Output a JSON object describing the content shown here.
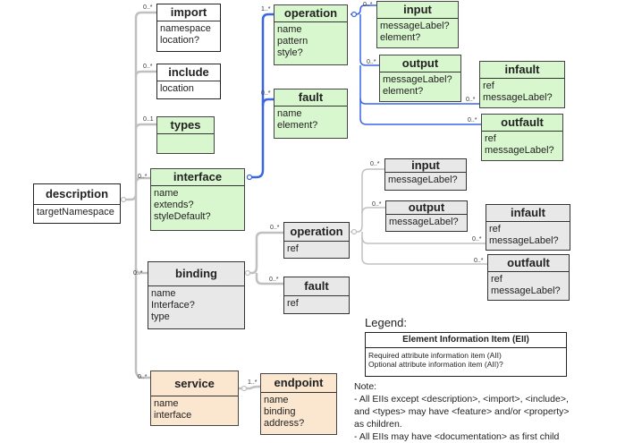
{
  "colors": {
    "grey_wire": "#c0c0c0",
    "blue_wire": "#3a66e6",
    "white_box": "#ffffff",
    "green_box": "#d9f7cf",
    "grey_box": "#e8e8e8",
    "tan_box": "#fbe6cf"
  },
  "nodes": {
    "description": {
      "title": "description",
      "attrs": [
        "targetNamespace"
      ]
    },
    "import": {
      "title": "import",
      "attrs": [
        "namespace",
        "location?"
      ],
      "mult": "0..*"
    },
    "include": {
      "title": "include",
      "attrs": [
        "location"
      ],
      "mult": "0..*"
    },
    "types": {
      "title": "types",
      "attrs": [],
      "mult": "0..1"
    },
    "interface": {
      "title": "interface",
      "attrs": [
        "name",
        "extends?",
        "styleDefault?"
      ],
      "mult": "0..*"
    },
    "if_operation": {
      "title": "operation",
      "attrs": [
        "name",
        "pattern",
        "style?"
      ],
      "mult": "1..*"
    },
    "if_fault": {
      "title": "fault",
      "attrs": [
        "name",
        "element?"
      ],
      "mult": "0..*"
    },
    "if_input": {
      "title": "input",
      "attrs": [
        "messageLabel?",
        "element?"
      ],
      "mult": "0..*"
    },
    "if_output": {
      "title": "output",
      "attrs": [
        "messageLabel?",
        "element?"
      ],
      "mult": "0..*"
    },
    "if_infault": {
      "title": "infault",
      "attrs": [
        "ref",
        "messageLabel?"
      ],
      "mult": "0..*"
    },
    "if_outfault": {
      "title": "outfault",
      "attrs": [
        "ref",
        "messageLabel?"
      ],
      "mult": "0..*"
    },
    "binding": {
      "title": "binding",
      "attrs": [
        "name",
        "Interface?",
        "type"
      ],
      "mult": "0..*"
    },
    "b_operation": {
      "title": "operation",
      "attrs": [
        "ref"
      ],
      "mult": "0..*"
    },
    "b_fault": {
      "title": "fault",
      "attrs": [
        "ref"
      ],
      "mult": "0..*"
    },
    "b_input": {
      "title": "input",
      "attrs": [
        "messageLabel?"
      ],
      "mult": "0..*"
    },
    "b_output": {
      "title": "output",
      "attrs": [
        "messageLabel?"
      ],
      "mult": "0..*"
    },
    "b_infault": {
      "title": "infault",
      "attrs": [
        "ref",
        "messageLabel?"
      ],
      "mult": "0..*"
    },
    "b_outfault": {
      "title": "outfault",
      "attrs": [
        "ref",
        "messageLabel?"
      ],
      "mult": "0..*"
    },
    "service": {
      "title": "service",
      "attrs": [
        "name",
        "interface"
      ],
      "mult": "0..*"
    },
    "endpoint": {
      "title": "endpoint",
      "attrs": [
        "name",
        "binding",
        "address?"
      ],
      "mult": "1..*"
    }
  },
  "edges": [
    {
      "from": "description",
      "to": "import"
    },
    {
      "from": "description",
      "to": "include"
    },
    {
      "from": "description",
      "to": "types"
    },
    {
      "from": "description",
      "to": "interface"
    },
    {
      "from": "description",
      "to": "binding"
    },
    {
      "from": "description",
      "to": "service"
    },
    {
      "from": "interface",
      "to": "if_operation"
    },
    {
      "from": "interface",
      "to": "if_fault"
    },
    {
      "from": "if_operation",
      "to": "if_input"
    },
    {
      "from": "if_operation",
      "to": "if_output"
    },
    {
      "from": "if_operation",
      "to": "if_infault"
    },
    {
      "from": "if_operation",
      "to": "if_outfault"
    },
    {
      "from": "binding",
      "to": "b_operation"
    },
    {
      "from": "binding",
      "to": "b_fault"
    },
    {
      "from": "b_operation",
      "to": "b_input"
    },
    {
      "from": "b_operation",
      "to": "b_output"
    },
    {
      "from": "b_operation",
      "to": "b_infault"
    },
    {
      "from": "b_operation",
      "to": "b_outfault"
    },
    {
      "from": "service",
      "to": "endpoint"
    }
  ],
  "legend": {
    "title": "Legend:",
    "header": "Element Information Item (EII)",
    "lines": [
      "Required attribute information item (AII)",
      "Optional attribute information item (AII)?"
    ]
  },
  "note": {
    "lines": [
      "Note:",
      "- All EIIs except <description>, <import>, <include>,",
      "and <types>  may have <feature> and/or <property>",
      "as children.",
      "- All EIIs may have  <documentation> as first child"
    ]
  }
}
